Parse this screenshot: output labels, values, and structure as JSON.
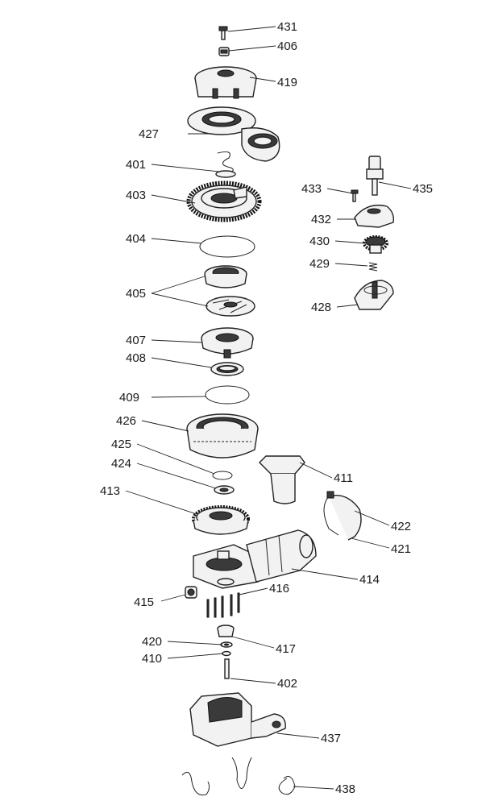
{
  "diagram": {
    "labels": {
      "p431": "431",
      "p406": "406",
      "p419": "419",
      "p427": "427",
      "p401": "401",
      "p403": "403",
      "p404": "404",
      "p405": "405",
      "p407": "407",
      "p408": "408",
      "p409": "409",
      "p426": "426",
      "p425": "425",
      "p424": "424",
      "p413": "413",
      "p411": "411",
      "p422": "422",
      "p421": "421",
      "p414": "414",
      "p415": "415",
      "p416": "416",
      "p420": "420",
      "p417": "417",
      "p410": "410",
      "p402": "402",
      "p437": "437",
      "p438": "438",
      "p433": "433",
      "p435": "435",
      "p432": "432",
      "p430": "430",
      "p429": "429",
      "p428": "428"
    }
  }
}
